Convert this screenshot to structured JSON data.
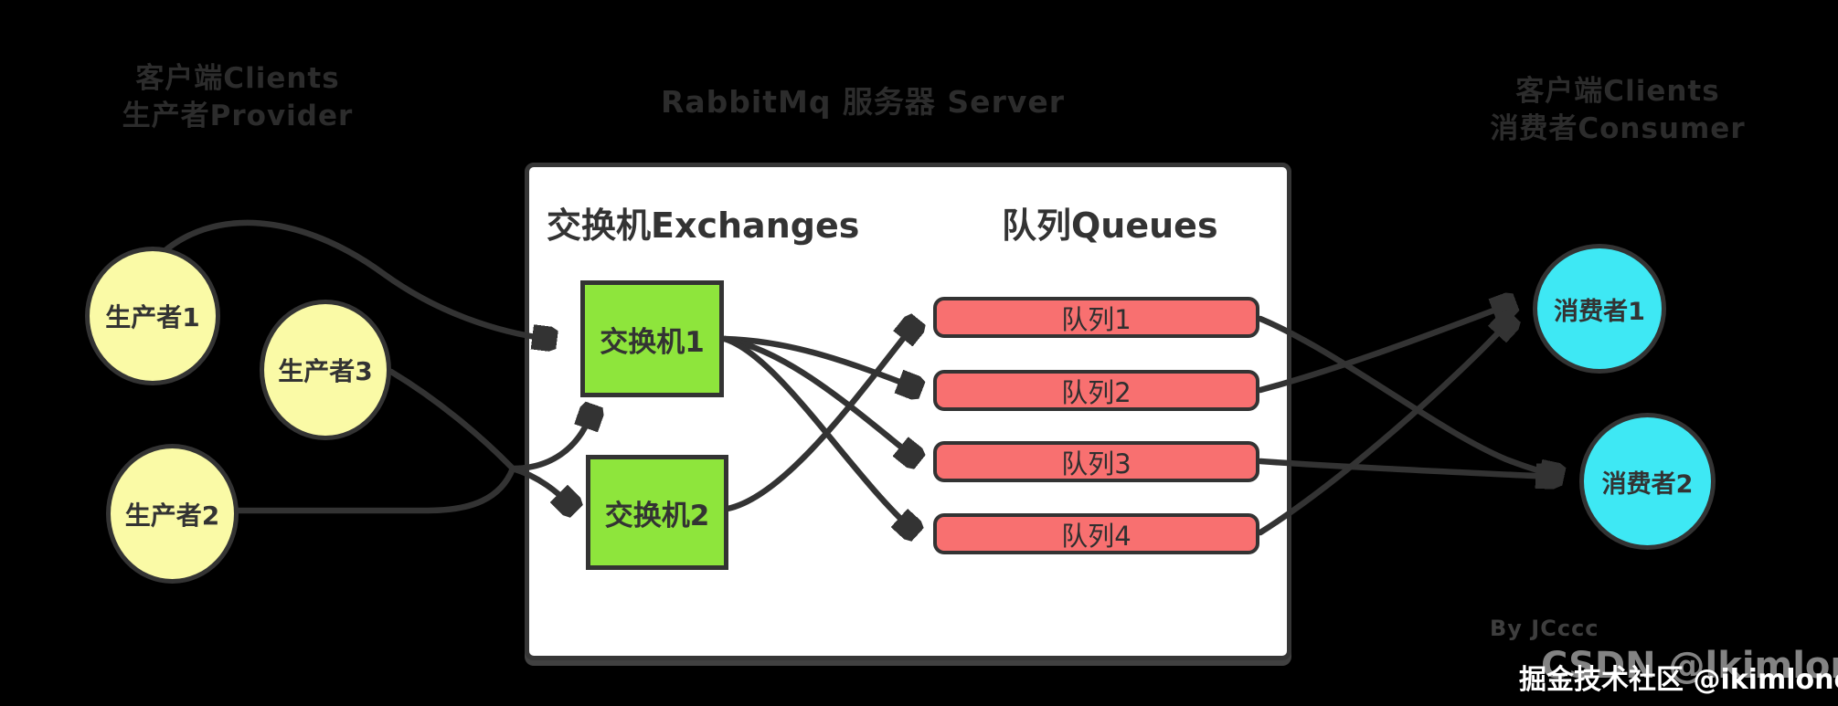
{
  "diagram": {
    "background_color": "#000000",
    "titles": {
      "left_line1": "客户端Clients",
      "left_line2": "生产者Provider",
      "center": "RabbitMq 服务器 Server",
      "right_line1": "客户端Clients",
      "right_line2": "消费者Consumer"
    },
    "server_box": {
      "exchanges_heading": "交换机Exchanges",
      "queues_heading": "队列Queues",
      "background": "#FFFFFF",
      "border_color": "#363636"
    },
    "producers": [
      {
        "id": "producer-1",
        "label": "生产者1"
      },
      {
        "id": "producer-3",
        "label": "生产者3"
      },
      {
        "id": "producer-2",
        "label": "生产者2"
      }
    ],
    "exchanges": [
      {
        "id": "exchange-1",
        "label": "交换机1"
      },
      {
        "id": "exchange-2",
        "label": "交换机2"
      }
    ],
    "queues": [
      {
        "id": "queue-1",
        "label": "队列1"
      },
      {
        "id": "queue-2",
        "label": "队列2"
      },
      {
        "id": "queue-3",
        "label": "队列3"
      },
      {
        "id": "queue-4",
        "label": "队列4"
      }
    ],
    "consumers": [
      {
        "id": "consumer-1",
        "label": "消费者1"
      },
      {
        "id": "consumer-2",
        "label": "消费者2"
      }
    ],
    "edges": [
      {
        "from": "producer-1",
        "to": "exchange-1"
      },
      {
        "from": "producer-3",
        "to": "exchange-1"
      },
      {
        "from": "producer-3",
        "to": "exchange-2"
      },
      {
        "from": "producer-2",
        "to": "exchange-1"
      },
      {
        "from": "producer-2",
        "to": "exchange-2"
      },
      {
        "from": "exchange-1",
        "to": "queue-2"
      },
      {
        "from": "exchange-1",
        "to": "queue-3"
      },
      {
        "from": "exchange-1",
        "to": "queue-4"
      },
      {
        "from": "exchange-2",
        "to": "queue-1"
      },
      {
        "from": "queue-1",
        "to": "consumer-2"
      },
      {
        "from": "queue-2",
        "to": "consumer-1"
      },
      {
        "from": "queue-3",
        "to": "consumer-2"
      },
      {
        "from": "queue-4",
        "to": "consumer-1"
      }
    ],
    "colors": {
      "producer_fill": "#FAFAA6",
      "exchange_fill": "#8EE53C",
      "queue_fill": "#F87070",
      "consumer_fill": "#3EE8F4",
      "line_color": "#333333",
      "title_text": "#2C2C2C"
    },
    "credits": {
      "author": "By JCccc",
      "watermark_front": "掘金技术社区 @ikimloner",
      "watermark_back": "CSDN @lkimlone"
    }
  }
}
